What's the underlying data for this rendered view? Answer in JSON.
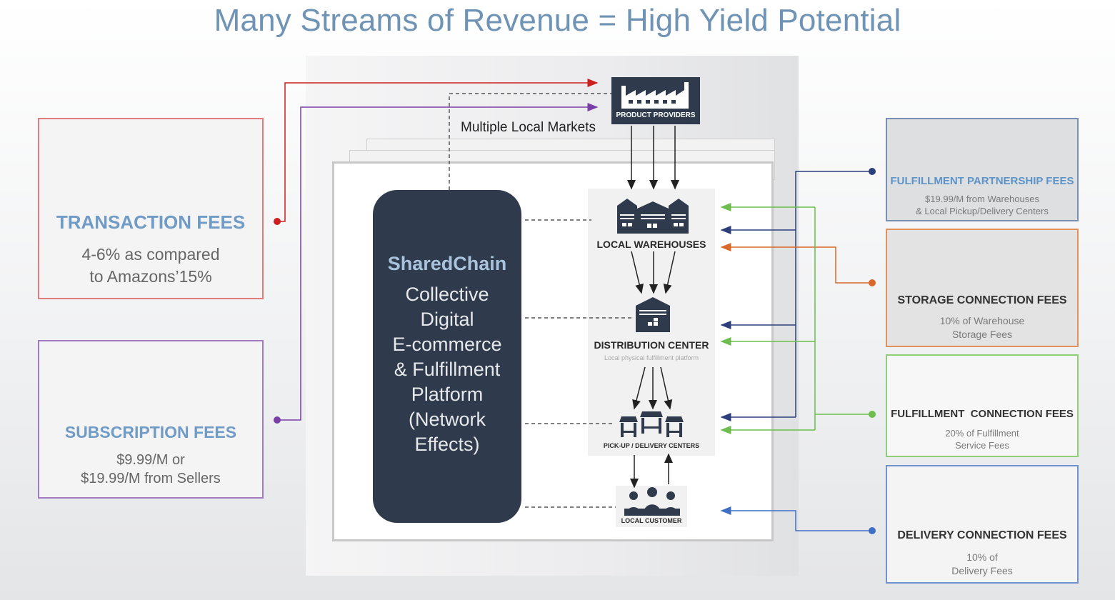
{
  "title": "Many Streams of Revenue = High Yield Potential",
  "platform": {
    "name": "SharedChain",
    "description": "Collective\nDigital\nE-commerce\n& Fulfillment\nPlatform\n(Network\nEffects)"
  },
  "market_label": "Multiple Local Markets",
  "nodes": {
    "product_providers": "PRODUCT PROVIDERS",
    "local_warehouses": "LOCAL WAREHOUSES",
    "distribution_center": "DISTRIBUTION CENTER",
    "distribution_center_sub": "Local physical fulfillment platform",
    "pickup_delivery": "PICK-UP / DELIVERY CENTERS",
    "local_customer": "LOCAL CUSTOMER"
  },
  "left_cards": {
    "transaction": {
      "title": "TRANSACTION FEES",
      "desc": "4-6% as compared\nto Amazons’15%",
      "icon": "arrows-exchange-icon",
      "color": "#e37d7d"
    },
    "subscription": {
      "title": "SUBSCRIPTION FEES",
      "desc": "$9.99/M or\n$19.99/M from Sellers",
      "icon": "calendar-icon",
      "color": "#a27bc4"
    }
  },
  "right_cards": {
    "fulfillment_partnership": {
      "title": "FULFILLMENT PARTNERSHIP FEES",
      "desc": "$19.99/M from Warehouses\n& Local Pickup/Delivery Centers",
      "icon": "handshake-icon",
      "color": "#7890b6"
    },
    "storage_connection": {
      "title": "STORAGE CONNECTION FEES",
      "desc": "10% of Warehouse\nStorage Fees",
      "icon": "warehouse-icon",
      "color": "#e0915c"
    },
    "fulfillment_connection": {
      "title": "FULFILLMENT  CONNECTION FEES",
      "desc": "20% of Fulfillment\nService Fees",
      "icon": "truck-icon",
      "color": "#8fcf78"
    },
    "delivery_connection": {
      "title": "DELIVERY CONNECTION FEES",
      "desc": "10% of\nDelivery Fees",
      "icon": "hand-truck-icon",
      "color": "#6f93cf"
    }
  },
  "colors": {
    "title": "#6f93b5",
    "platform": "#2f3b4c",
    "red": "#cc1f1f",
    "purple": "#7a3fa6",
    "navy": "#2c3f7a",
    "orange": "#d8682a",
    "green": "#6cbd4d",
    "blue": "#3f6fc4"
  }
}
